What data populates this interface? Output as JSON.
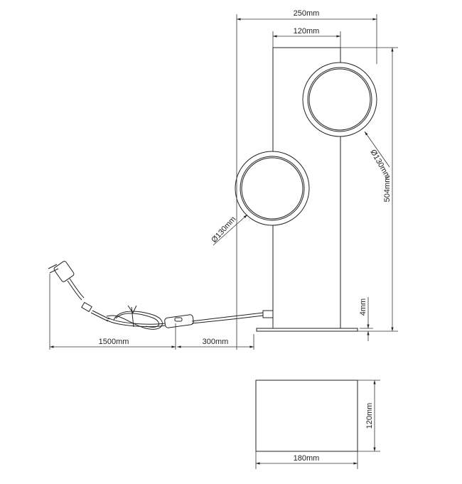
{
  "dimensions": {
    "total_width": "250mm",
    "column_width": "120mm",
    "height": "504mm",
    "ring_top_diameter": "Ø130mm",
    "ring_bottom_diameter": "Ø130mm",
    "base_thickness": "4mm",
    "cable_length_1": "1500mm",
    "cable_length_2": "300mm",
    "base_depth": "120mm",
    "base_width": "180mm"
  }
}
